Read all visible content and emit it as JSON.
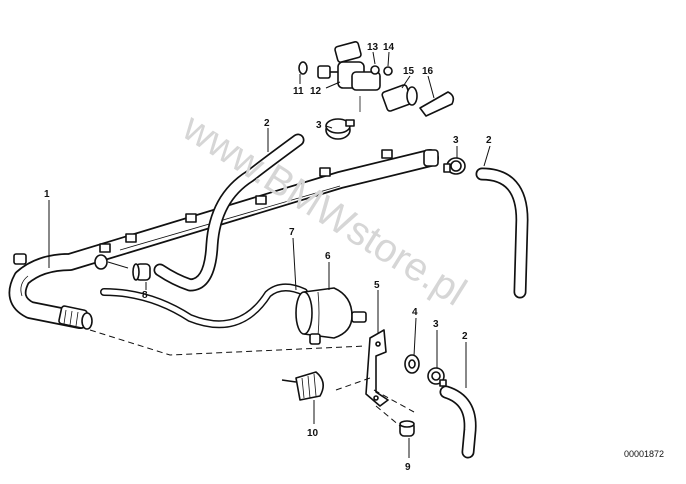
{
  "watermark": "www.BMWstore.pl",
  "reference_number": "00001872",
  "callouts": [
    {
      "number": "1",
      "part": "fuel-rail"
    },
    {
      "number": "2",
      "part": "hose-middle"
    },
    {
      "number": "2",
      "part": "hose-right"
    },
    {
      "number": "2",
      "part": "hose-bottom"
    },
    {
      "number": "3",
      "part": "clamp-top"
    },
    {
      "number": "3",
      "part": "clamp-right"
    },
    {
      "number": "3",
      "part": "clamp-bottom"
    },
    {
      "number": "4",
      "part": "nut"
    },
    {
      "number": "5",
      "part": "bracket"
    },
    {
      "number": "6",
      "part": "pressure-regulator"
    },
    {
      "number": "7",
      "part": "return-line"
    },
    {
      "number": "8",
      "part": "grommet"
    },
    {
      "number": "9",
      "part": "rubber-mount"
    },
    {
      "number": "10",
      "part": "damper"
    },
    {
      "number": "11",
      "part": "washer"
    },
    {
      "number": "12",
      "part": "valve"
    },
    {
      "number": "13",
      "part": "nut-small"
    },
    {
      "number": "14",
      "part": "washer-small"
    },
    {
      "number": "15",
      "part": "connector"
    },
    {
      "number": "16",
      "part": "cap"
    }
  ]
}
